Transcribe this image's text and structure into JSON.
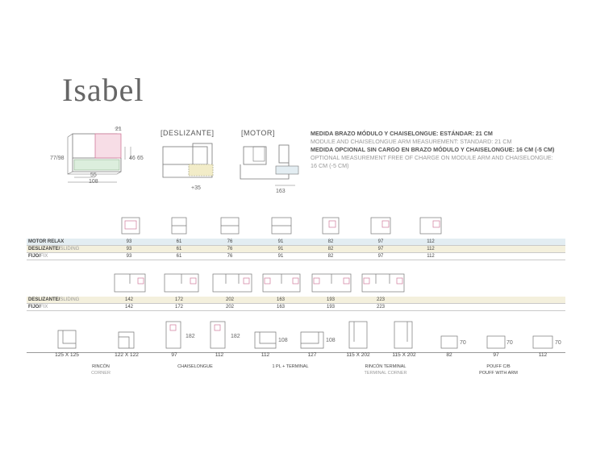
{
  "title": "Isabel",
  "header": {
    "label_deslizante": "[DESLIZANTE]",
    "label_motor": "[MOTOR]"
  },
  "dimensions": {
    "arm_width": "21",
    "height": "77/98",
    "height_right": "46",
    "depth_right": "65",
    "seat_depth": "55",
    "total_depth": "108",
    "slide_extension": "+35",
    "motor_extension": "163"
  },
  "measurements": {
    "line1": "MEDIDA BRAZO MÓDULO Y CHAISELONGUE: ESTÁNDAR: 21 CM",
    "line2": "MODULE AND CHAISELONGUE ARM MEASUREMENT: STANDARD: 21 CM",
    "line3": "MEDIDA OPCIONAL SIN CARGO EN BRAZO MÓDULO Y CHAISELONGUE: 16 CM (-5 CM)",
    "line4": "OPTIONAL MEASUREMENT FREE OF CHARGE ON MODULE ARM AND CHAISELONGUE:",
    "line5": "16 CM (-5 CM)"
  },
  "table1": {
    "rows": [
      {
        "name": "MOTOR RELAX",
        "sub": "",
        "values": [
          "93",
          "61",
          "76",
          "91",
          "82",
          "97",
          "112"
        ]
      },
      {
        "name": "DESLIZANTE/",
        "sub": "SLIDING",
        "values": [
          "93",
          "61",
          "76",
          "91",
          "82",
          "97",
          "112"
        ]
      },
      {
        "name": "FIJO/",
        "sub": "FIX",
        "values": [
          "93",
          "61",
          "76",
          "91",
          "82",
          "97",
          "112"
        ]
      }
    ]
  },
  "table2": {
    "rows": [
      {
        "name": "DESLIZANTE/",
        "sub": "SLIDING",
        "values": [
          "142",
          "172",
          "202",
          "163",
          "193",
          "223"
        ]
      },
      {
        "name": "FIJO/",
        "sub": "FIX",
        "values": [
          "142",
          "172",
          "202",
          "163",
          "193",
          "223"
        ]
      }
    ]
  },
  "bottom": {
    "side_dims": [
      "182",
      "182",
      "108",
      "108",
      "70",
      "70",
      "70"
    ],
    "values": [
      "125 X 125",
      "122 X 122",
      "97",
      "112",
      "112",
      "127",
      "115 X 202",
      "115 X 202",
      "82",
      "97",
      "112"
    ],
    "categories": [
      {
        "name": "RINCÓN",
        "sub": "CORNER"
      },
      {
        "name": "CHAISELONGUE",
        "sub": ""
      },
      {
        "name": "1 PL + TERMINAL",
        "sub": ""
      },
      {
        "name": "RINCÓN TERMINAL",
        "sub": "TERMINAL CORNER"
      },
      {
        "name": "POUFF C/B",
        "sub": "POUFF WITH ARM"
      }
    ]
  },
  "colors": {
    "row_blue": "#e3edf2",
    "row_cream": "#f4f0dd",
    "accent_pink": "#e08aa8",
    "seat_green": "#dceedd"
  }
}
